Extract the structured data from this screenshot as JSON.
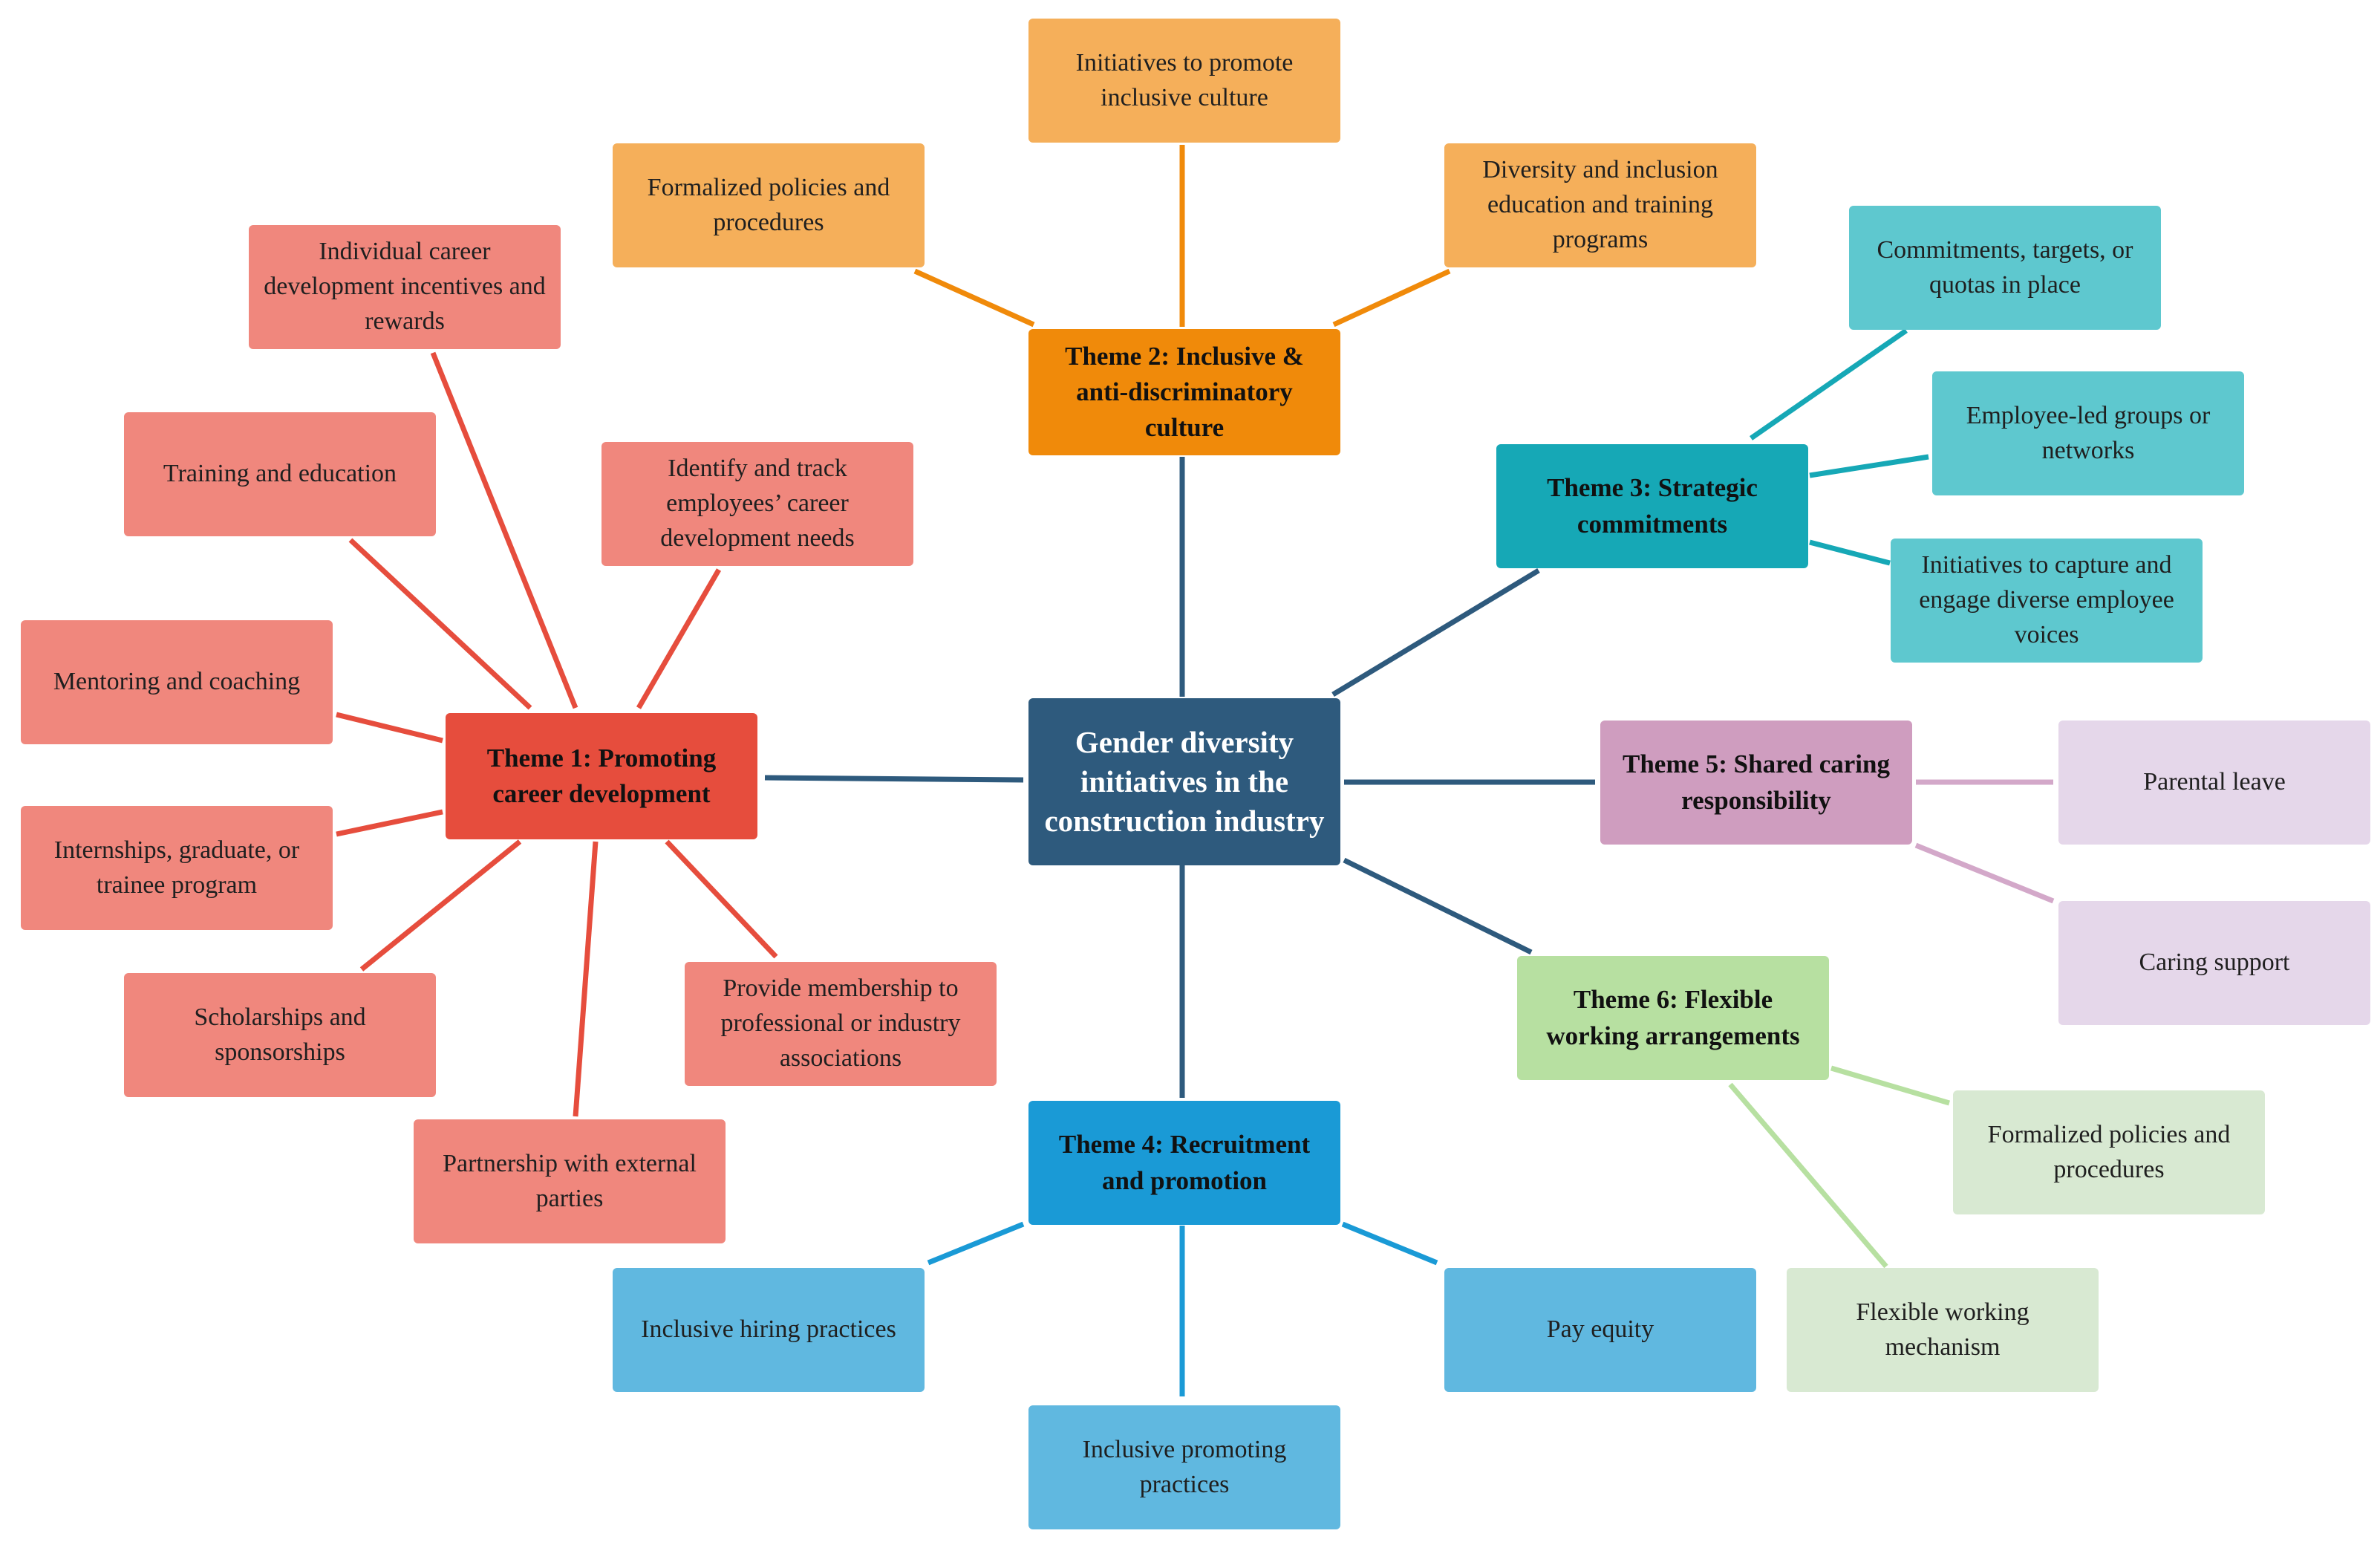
{
  "colors": {
    "center": "#2e5a7d",
    "theme1": "#e64d3d",
    "theme1_leaf": "#f0877d",
    "theme1_line": "#e64d3d",
    "theme2": "#f08a0a",
    "theme2_leaf": "#f5af5a",
    "theme2_line": "#f08a0a",
    "theme3": "#16a8b6",
    "theme3_leaf": "#5ec8cf",
    "theme3_line": "#16a8b6",
    "theme4": "#1a9ad6",
    "theme4_leaf": "#60b8e0",
    "theme4_line": "#1a9ad6",
    "theme5": "#cf9dbf",
    "theme5_leaf": "#e5d7ea",
    "theme5_line": "#d3a8c9",
    "theme6": "#b7e0a1",
    "theme6_leaf": "#d8e9d2",
    "theme6_line": "#b7e0a1",
    "center_line": "#2e5a7d"
  },
  "center": {
    "label": "Gender diversity initiatives in the construction industry"
  },
  "themes": {
    "t1": {
      "label": "Theme 1: Promoting career development",
      "leaves": {
        "l1": "Individual career development incentives and rewards",
        "l2": "Training and education",
        "l3": "Identify and track employees’ career development needs",
        "l4": "Mentoring and coaching",
        "l5": "Internships, graduate, or trainee program",
        "l6": "Scholarships and sponsorships",
        "l7": "Partnership with external parties",
        "l8": "Provide membership to professional or industry associations"
      }
    },
    "t2": {
      "label": "Theme 2: Inclusive & anti-discriminatory culture",
      "leaves": {
        "l1": "Initiatives to promote inclusive culture",
        "l2": "Formalized policies and procedures",
        "l3": "Diversity and inclusion education and training programs"
      }
    },
    "t3": {
      "label": "Theme 3: Strategic commitments",
      "leaves": {
        "l1": "Commitments, targets, or quotas in place",
        "l2": "Employee-led groups or networks",
        "l3": "Initiatives to capture and engage diverse employee voices"
      }
    },
    "t4": {
      "label": "Theme 4: Recruitment and promotion",
      "leaves": {
        "l1": "Inclusive hiring practices",
        "l2": "Inclusive promoting practices",
        "l3": "Pay equity"
      }
    },
    "t5": {
      "label": "Theme 5: Shared caring responsibility",
      "leaves": {
        "l1": "Parental leave",
        "l2": "Caring support"
      }
    },
    "t6": {
      "label": "Theme 6: Flexible working arrangements",
      "leaves": {
        "l1": "Formalized policies and procedures",
        "l2": "Flexible working mechanism"
      }
    }
  }
}
